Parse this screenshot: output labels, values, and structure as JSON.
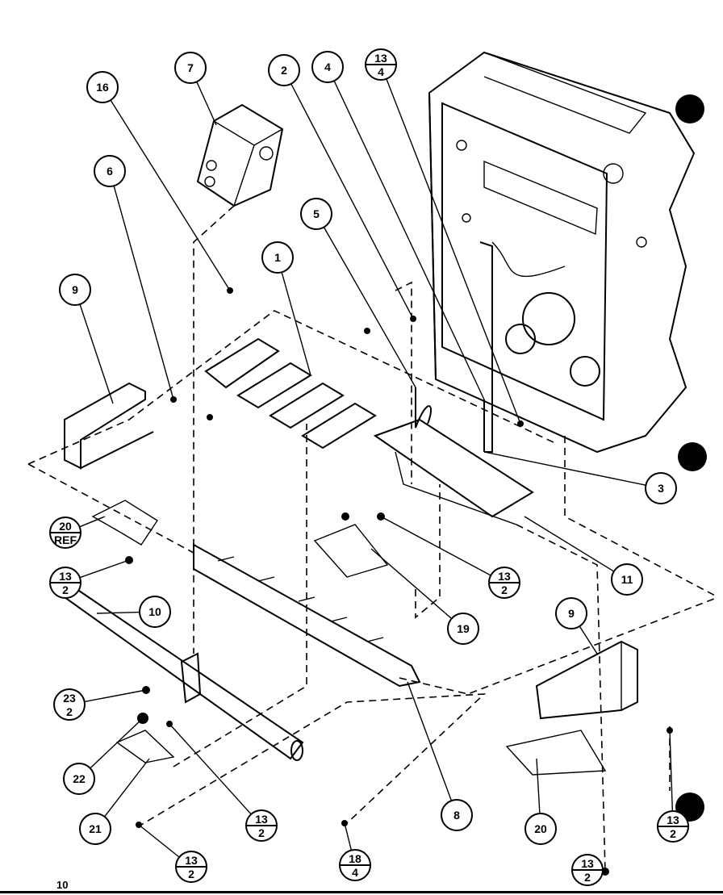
{
  "diagram": {
    "page_number": "10",
    "callouts": [
      {
        "id": "c16",
        "top": "16"
      },
      {
        "id": "c7",
        "top": "7"
      },
      {
        "id": "c2",
        "top": "2"
      },
      {
        "id": "c4",
        "top": "4"
      },
      {
        "id": "c13-4",
        "top": "13",
        "bottom": "4"
      },
      {
        "id": "c6",
        "top": "6"
      },
      {
        "id": "c5",
        "top": "5"
      },
      {
        "id": "c1",
        "top": "1"
      },
      {
        "id": "c9-left",
        "top": "9"
      },
      {
        "id": "c3",
        "top": "3"
      },
      {
        "id": "c20-ref",
        "top": "20",
        "bottom": "REF"
      },
      {
        "id": "c13-2-a",
        "top": "13",
        "bottom": "2"
      },
      {
        "id": "c10",
        "top": "10"
      },
      {
        "id": "c11",
        "top": "11"
      },
      {
        "id": "c13-2-b",
        "top": "13",
        "bottom": "2"
      },
      {
        "id": "c19",
        "top": "19"
      },
      {
        "id": "c9-right",
        "top": "9"
      },
      {
        "id": "c23-2",
        "top": "23",
        "bottom": "2"
      },
      {
        "id": "c22",
        "top": "22"
      },
      {
        "id": "c21",
        "top": "21"
      },
      {
        "id": "c13-2-c",
        "top": "13",
        "bottom": "2"
      },
      {
        "id": "c13-2-d",
        "top": "13",
        "bottom": "2"
      },
      {
        "id": "c18-4",
        "top": "18",
        "bottom": "4"
      },
      {
        "id": "c8",
        "top": "8"
      },
      {
        "id": "c20",
        "top": "20"
      },
      {
        "id": "c13-2-e",
        "top": "13",
        "bottom": "2"
      },
      {
        "id": "c13-2-f",
        "top": "13",
        "bottom": "2"
      }
    ]
  }
}
